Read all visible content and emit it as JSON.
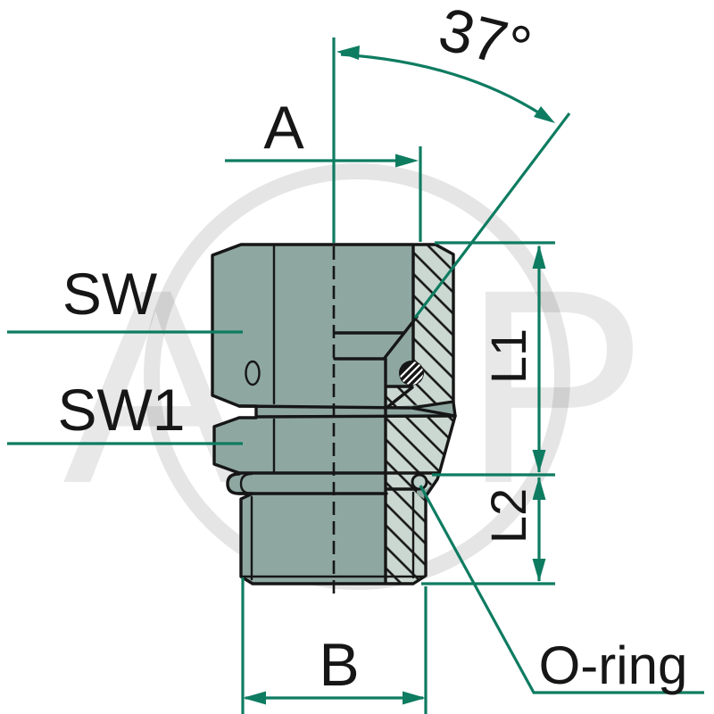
{
  "type": "technical-drawing",
  "labels": {
    "angle": "37°",
    "dim_a": "A",
    "sw": "SW",
    "sw1": "SW1",
    "l1": "L1",
    "l2": "L2",
    "dim_b": "B",
    "oring": "O-ring"
  },
  "watermark": {
    "text": "AGP"
  },
  "colors": {
    "dimension": "#0E7C61",
    "line": "#161616",
    "body_fill": "#8FA7A1",
    "section_fill": "#CBD8D2",
    "oring_fill": "#BCCFC9",
    "watermark": "#000000",
    "background": "#FFFFFF"
  }
}
